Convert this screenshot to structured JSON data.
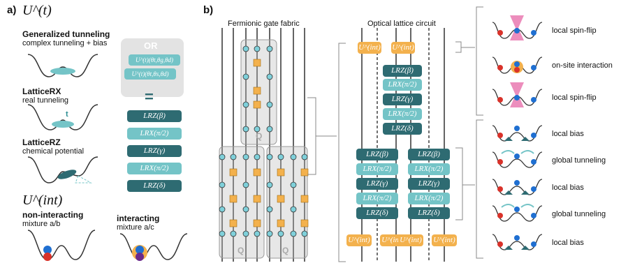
{
  "panel_a": {
    "label": "a)",
    "u_t": "U^(t)",
    "gen_title": "Generalized tunneling",
    "gen_desc": "complex tunneling + bias",
    "rx_title": "LatticeRX",
    "rx_desc": "real tunneling",
    "rx_t": "t",
    "rz_title": "LatticeRZ",
    "rz_desc": "chemical potential",
    "u_int": "U^(int)",
    "nonint_title": "non-interacting",
    "nonint_desc": "mixture a/b",
    "int_title": "interacting",
    "int_desc": "mixture a/c",
    "or": "OR",
    "u_box1": "U^(t)(θt,θg,θd)",
    "u_box2": "U^(t)(θt,θs,θd)",
    "equals": "=",
    "gates": [
      "LRZ(β)",
      "LRX(π/2)",
      "LRZ(γ)",
      "LRX(π/2)",
      "LRZ(δ)"
    ]
  },
  "panel_b": {
    "label": "b)",
    "fabric_title": "Fermionic gate fabric",
    "optical_title": "Optical lattice circuit",
    "q": "Q",
    "u_int": "U^(int)",
    "center_gates": [
      "LRZ(β)",
      "LRX(π/2)",
      "LRZ(γ)",
      "LRX(π/2)",
      "LRZ(δ)"
    ],
    "right_labels": [
      "local spin-flip",
      "on-site interaction",
      "local spin-flip",
      "local bias",
      "global tunneling",
      "local bias",
      "global tunneling",
      "local bias"
    ]
  },
  "colors": {
    "dark_gate": "#2e6b72",
    "light_gate": "#74c4c7",
    "orange": "#f3b14d",
    "node": "#7fd0da",
    "pink": "#e97ab1",
    "spin_up": "#1f6fd1",
    "spin_down": "#d9322a"
  }
}
